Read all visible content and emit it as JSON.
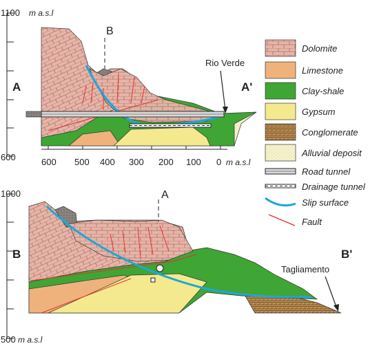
{
  "section_top": {
    "elev_top": "1100",
    "elev_top_unit": "m a.s.l",
    "elev_bottom": "600",
    "left_label": "A",
    "right_label": "A'",
    "cross_marker": "B",
    "river": "Rio Verde",
    "x_ticks": [
      "600",
      "500",
      "400",
      "300",
      "200",
      "100",
      "0"
    ],
    "x_unit": "m a.s.l"
  },
  "section_bottom": {
    "elev_top": "1000",
    "elev_bottom": "500",
    "elev_bottom_unit": "m a.s.l",
    "left_label": "B",
    "right_label": "B'",
    "cross_marker": "A",
    "river": "Tagliamento"
  },
  "legend": {
    "items": [
      {
        "label": "Dolomite",
        "color": "#e8b4a8"
      },
      {
        "label": "Limestone",
        "color": "#efb27c"
      },
      {
        "label": "Clay-shale",
        "color": "#3fa535"
      },
      {
        "label": "Gypsum",
        "color": "#f4e98e"
      },
      {
        "label": "Conglomerate",
        "color": "#b5874c"
      },
      {
        "label": "Alluvial deposit",
        "color": "#f6f2c9"
      }
    ],
    "lines": [
      {
        "label": "Road tunnel"
      },
      {
        "label": "Drainage tunnel"
      },
      {
        "label": "Slip surface",
        "color": "#1ea7d8"
      },
      {
        "label": "Fault",
        "color": "#e8302a"
      }
    ]
  }
}
